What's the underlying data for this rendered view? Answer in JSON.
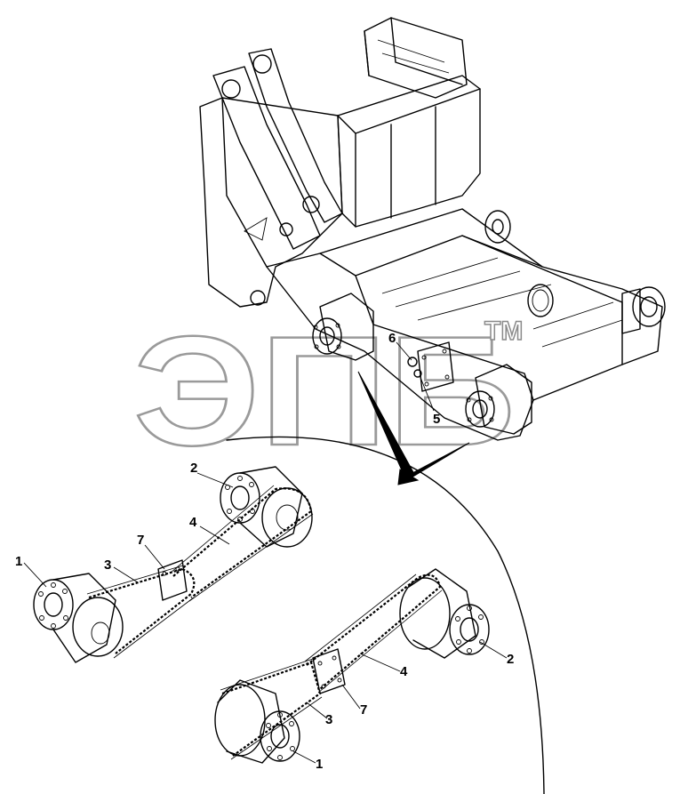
{
  "figure": {
    "watermark": "ЭПБ",
    "trademark": "TM",
    "callouts": {
      "upper": [
        "6",
        "5"
      ],
      "left": [
        "2",
        "4",
        "7",
        "1",
        "3"
      ],
      "right": [
        "2",
        "4",
        "7",
        "3",
        "1"
      ]
    },
    "colors": {
      "line": "#000000",
      "watermark_stroke": "#9a9a9a",
      "background": "#ffffff"
    }
  }
}
